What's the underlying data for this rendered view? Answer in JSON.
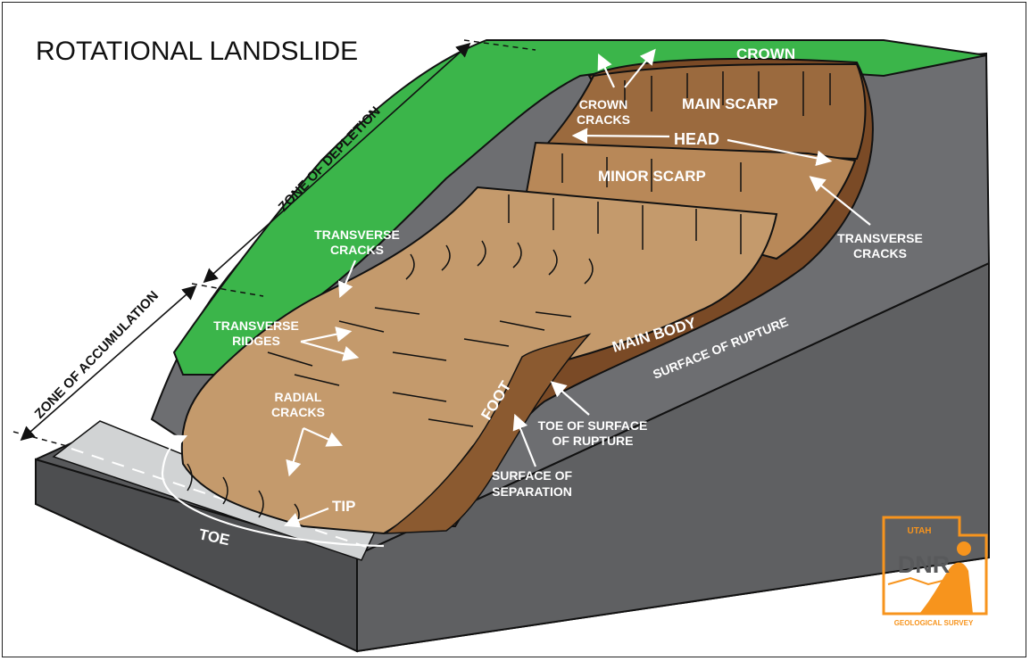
{
  "title": "ROTATIONAL LANDSLIDE",
  "labels": {
    "crown": "CROWN",
    "crown_cracks": [
      "CROWN",
      "CRACKS"
    ],
    "main_scarp": "MAIN SCARP",
    "head": "HEAD",
    "minor_scarp": "MINOR SCARP",
    "transverse_cracks_left": [
      "TRANSVERSE",
      "CRACKS"
    ],
    "transverse_cracks_right": [
      "TRANSVERSE",
      "CRACKS"
    ],
    "transverse_ridges": [
      "TRANSVERSE",
      "RIDGES"
    ],
    "main_body": "MAIN BODY",
    "surface_of_rupture": "SURFACE OF RUPTURE",
    "radial_cracks": [
      "RADIAL",
      "CRACKS"
    ],
    "foot": "FOOT",
    "toe_of_surface_of_rupture": [
      "TOE OF SURFACE",
      "OF RUPTURE"
    ],
    "surface_of_separation": [
      "SURFACE OF",
      "SEPARATION"
    ],
    "tip": "TIP",
    "toe": "TOE",
    "zone_of_depletion": "ZONE OF DEPLETION",
    "zone_of_accumulation": "ZONE OF ACCUMULATION"
  },
  "logo": {
    "top": "UTAH",
    "main": "DNR",
    "bottom": "GEOLOGICAL SURVEY"
  },
  "colors": {
    "grass": "#3bb54a",
    "slide_light": "#c49a6c",
    "slide_dark": "#7a4a26",
    "rock_gray": "#6d6e71",
    "logo_orange": "#f7941d"
  }
}
